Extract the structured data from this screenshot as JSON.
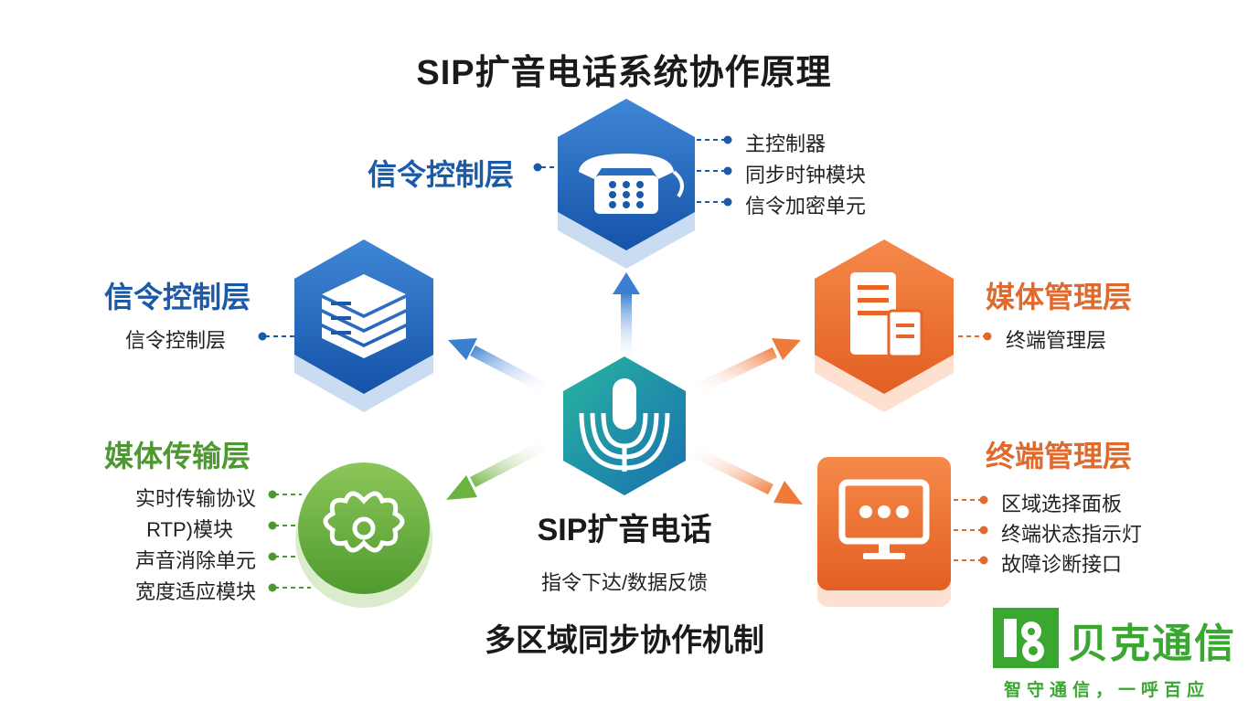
{
  "title": "SIP扩音电话系统协作原理",
  "center": {
    "name": "SIP扩音电话",
    "subtitle": "指令下达/数据反馈",
    "mechanism": "多区域同步协作机制"
  },
  "nodes": {
    "top": {
      "title": "信令控制层",
      "icon": "telephone-icon",
      "items": [
        "主控制器",
        "同步时钟模块",
        "信令加密单元"
      ]
    },
    "left_upper": {
      "title": "信令控制层",
      "icon": "server-stack-icon",
      "items": [
        "信令控制层"
      ]
    },
    "left_lower": {
      "title": "媒体传输层",
      "icon": "flower-icon",
      "items": [
        "实时传输协议",
        "RTP)模块",
        "声音消除单元",
        "宽度适应模块"
      ]
    },
    "right_upper": {
      "title": "媒体管理层",
      "icon": "documents-icon",
      "items": [
        "终端管理层"
      ]
    },
    "right_lower": {
      "title": "终端管理层",
      "icon": "monitor-icon",
      "items": [
        "区域选择面板",
        "终端状态指示灯",
        "故障诊断接口"
      ]
    }
  },
  "brand": {
    "name": "贝克通信",
    "slogan": "智守通信，一呼百应"
  },
  "colors": {
    "blue": "#1a5aa8",
    "orange": "#e0692c",
    "green": "#4c9a2f",
    "teal": "#1f8fa0",
    "brand_green": "#3aa830"
  }
}
